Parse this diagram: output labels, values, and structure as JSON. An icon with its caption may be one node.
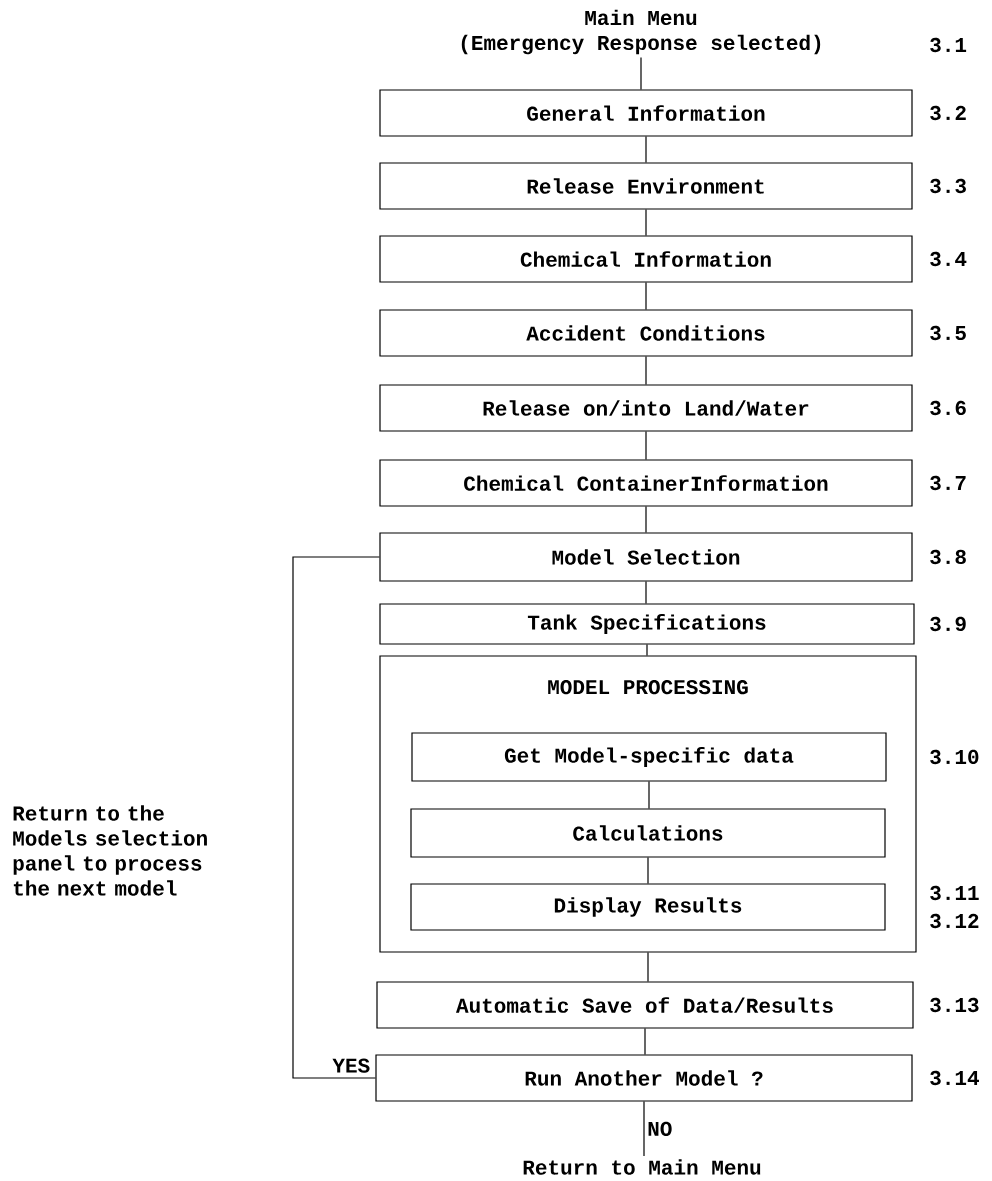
{
  "diagram": {
    "nodes": [
      {
        "text": [
          "Main Menu",
          "(Emergency Response selected)"
        ]
      },
      {
        "text": [
          "General Information"
        ],
        "beside": [
          "3.2"
        ]
      },
      {
        "text": [
          "Release Environment"
        ],
        "beside": [
          "3.3"
        ]
      },
      {
        "text": [
          "Chemical Information"
        ],
        "beside": [
          "3.4"
        ]
      },
      {
        "text": [
          "Accident Conditions"
        ],
        "beside": [
          "3.5"
        ]
      },
      {
        "text": [
          "Release on/into Land/Water"
        ],
        "beside": [
          "3.6"
        ]
      },
      {
        "text": [
          "Chemical ContainerInformation"
        ],
        "beside": [
          "3.7"
        ]
      },
      {
        "text": [
          "Model Selection"
        ],
        "beside": [
          "3.8"
        ]
      },
      {
        "text": [
          "Tank Specifications"
        ],
        "beside": [
          "3.9"
        ]
      },
      {
        "text": [
          "MODEL PROCESSING"
        ]
      },
      {
        "text": [
          "Get Model-specific data"
        ],
        "in": 9,
        "beside": [
          "3.10"
        ]
      },
      {
        "text": [
          "Calculations"
        ],
        "in": 9
      },
      {
        "text": [
          "Display Results"
        ],
        "in": 9,
        "beside": [
          "3.11",
          "3.12"
        ]
      },
      {
        "text": [
          "Automatic Save of Data/Results"
        ],
        "beside": [
          "3.13"
        ]
      },
      {
        "text": [
          "Run Another Model ?"
        ],
        "beside": [
          "3.14"
        ]
      },
      {
        "text": [
          "Return to Main Menu"
        ]
      }
    ],
    "edges": [
      {
        "from": 0,
        "to": 1,
        "arrow": "none"
      },
      {
        "from": 1,
        "to": 2,
        "arrow": "none"
      },
      {
        "from": 2,
        "to": 3,
        "arrow": "none"
      },
      {
        "from": 3,
        "to": 4,
        "arrow": "none"
      },
      {
        "from": 4,
        "to": 5,
        "arrow": "none"
      },
      {
        "from": 5,
        "to": 6,
        "arrow": "none"
      },
      {
        "from": 6,
        "to": 7,
        "arrow": "none"
      },
      {
        "from": 7,
        "to": 8,
        "arrow": "none"
      },
      {
        "from": 8,
        "to": 9,
        "arrow": "none"
      },
      {
        "from": 10,
        "to": 11,
        "arrow": "none"
      },
      {
        "from": 11,
        "to": 12,
        "arrow": "none"
      },
      {
        "from": 9,
        "to": 13,
        "arrow": "none"
      },
      {
        "from": 13,
        "to": 14,
        "arrow": "none"
      },
      {
        "from": 14,
        "to": 7,
        "label": "YES",
        "arrow": "none"
      },
      {
        "from": 14,
        "to": 15,
        "label": "NO",
        "arrow": "none"
      }
    ],
    "labels": [
      "3.1",
      "Return to the Models selection panel to process the next model"
    ]
  }
}
